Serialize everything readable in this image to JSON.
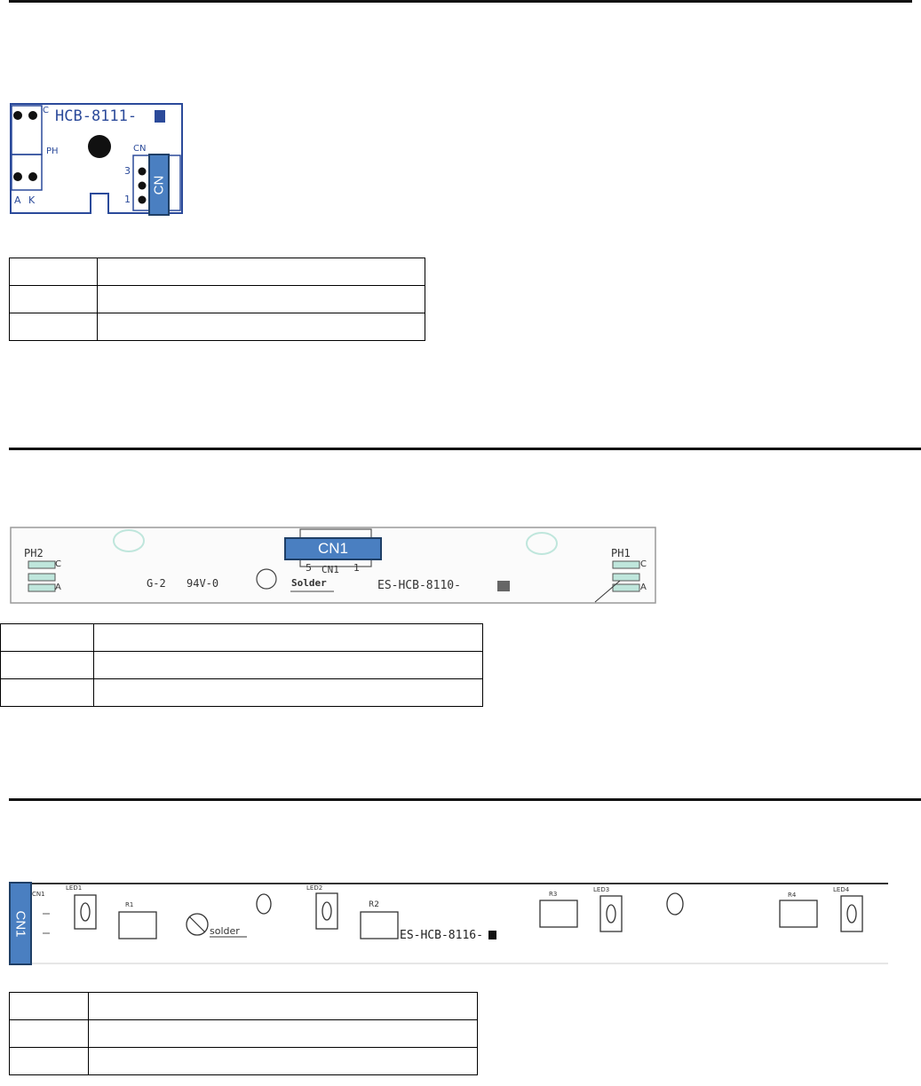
{
  "board1": {
    "part_number": "HCB-8111-",
    "labels": {
      "c": "C",
      "ph": "PH",
      "cn": "CN",
      "pin3": "3",
      "pin1": "1",
      "a": "A",
      "k": "K"
    },
    "connector": "CN"
  },
  "board2": {
    "part_number": "ES-HCB-8110-",
    "labels": {
      "ph2": "PH2",
      "ph1": "PH1",
      "c": "C",
      "a": "A",
      "pin5": "5",
      "cn1_silk": "CN1",
      "pin1": "1",
      "rating": "94V-0",
      "ul_code": "G-2",
      "solder": "Solder"
    },
    "connector": "CN1"
  },
  "board3": {
    "part_number": "ES-HCB-8116-",
    "labels": {
      "cn1": "CN1",
      "led1": "LED1",
      "r1": "R1",
      "solder": "solder",
      "led2": "LED2",
      "r2": "R2",
      "r3": "R3",
      "led3": "LED3",
      "r4": "R4",
      "led4": "LED4"
    },
    "connector": "CN1"
  }
}
